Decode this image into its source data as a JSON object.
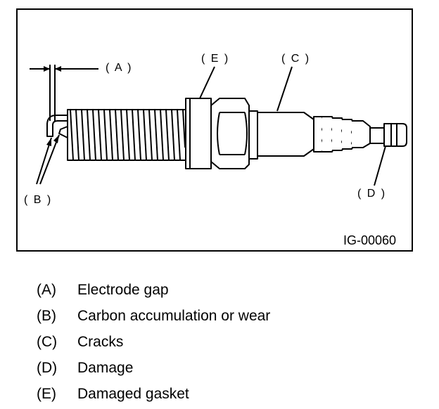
{
  "figure_id": "IG-00060",
  "callouts": {
    "a": "( A )",
    "b": "( B )",
    "c": "( C )",
    "d": "( D )",
    "e": "( E )"
  },
  "legend": [
    {
      "key": "(A)",
      "text": "Electrode gap"
    },
    {
      "key": "(B)",
      "text": "Carbon accumulation or wear"
    },
    {
      "key": "(C)",
      "text": "Cracks"
    },
    {
      "key": "(D)",
      "text": "Damage"
    },
    {
      "key": "(E)",
      "text": "Damaged gasket"
    }
  ]
}
